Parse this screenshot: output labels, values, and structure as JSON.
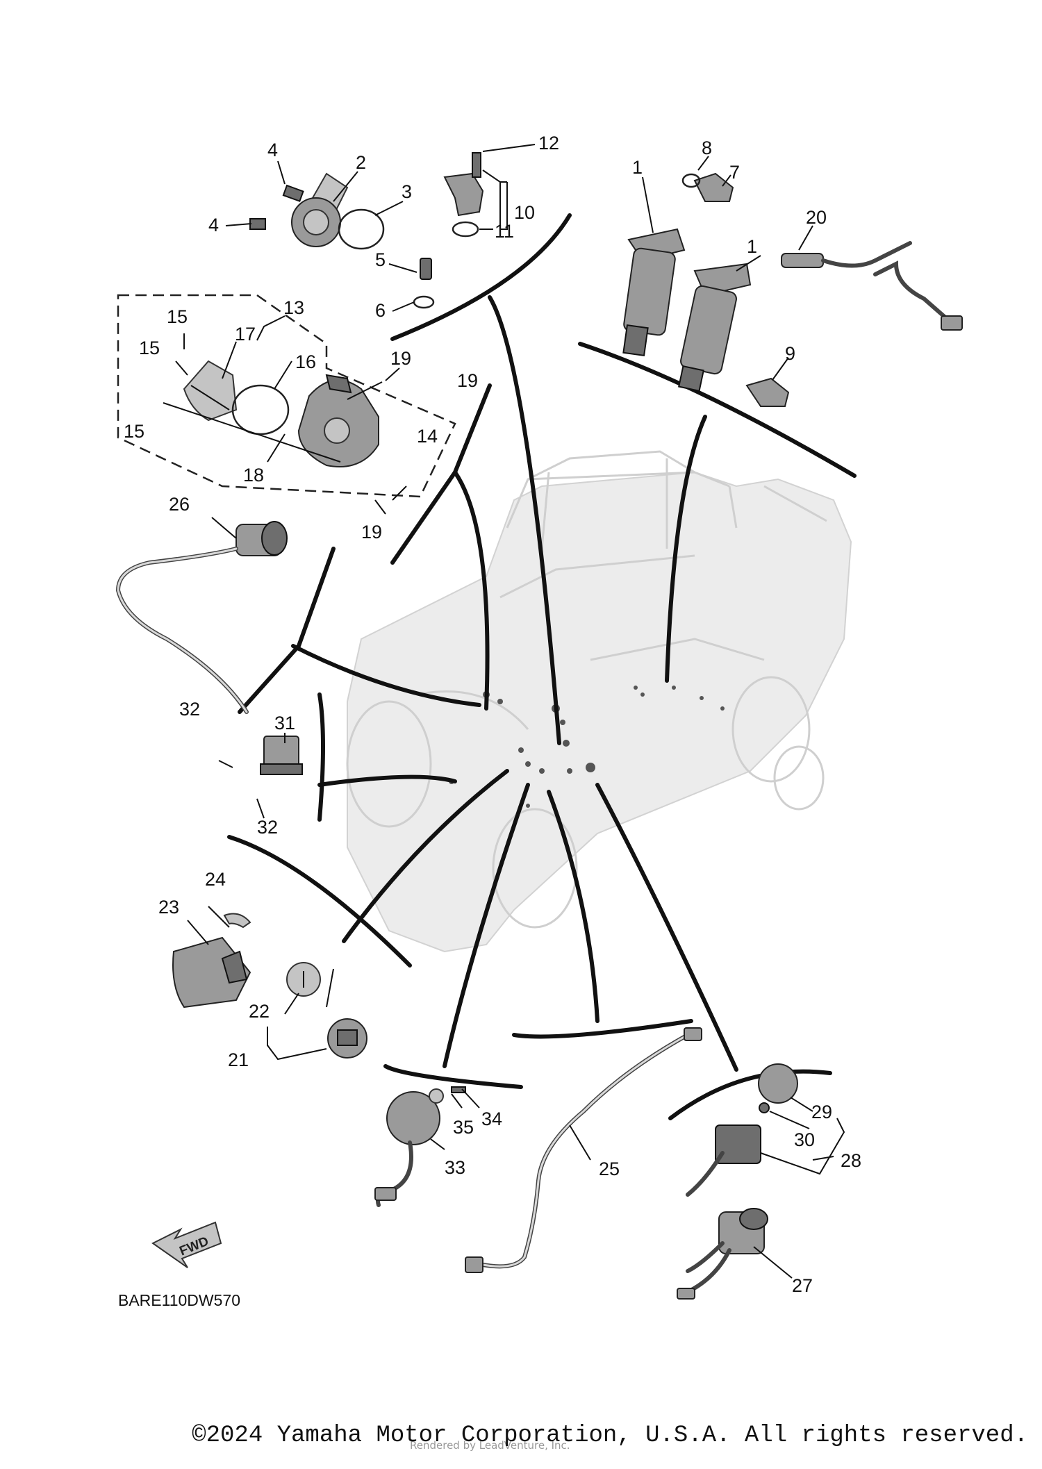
{
  "diagram": {
    "part_code": "BARE110DW570",
    "fwd_label": "FWD",
    "callouts": [
      "1",
      "1",
      "2",
      "3",
      "4",
      "4",
      "5",
      "6",
      "7",
      "8",
      "9",
      "10",
      "11",
      "12",
      "13",
      "14",
      "15",
      "15",
      "15",
      "16",
      "17",
      "18",
      "19",
      "19",
      "19",
      "20",
      "21",
      "22",
      "23",
      "24",
      "25",
      "26",
      "27",
      "28",
      "29",
      "30",
      "31",
      "32",
      "32",
      "33",
      "34",
      "35"
    ]
  },
  "footer": {
    "copyright": "©2024 Yamaha Motor Corporation, U.S.A. All rights reserved.",
    "credit": "Rendered by LeadVenture, Inc."
  }
}
